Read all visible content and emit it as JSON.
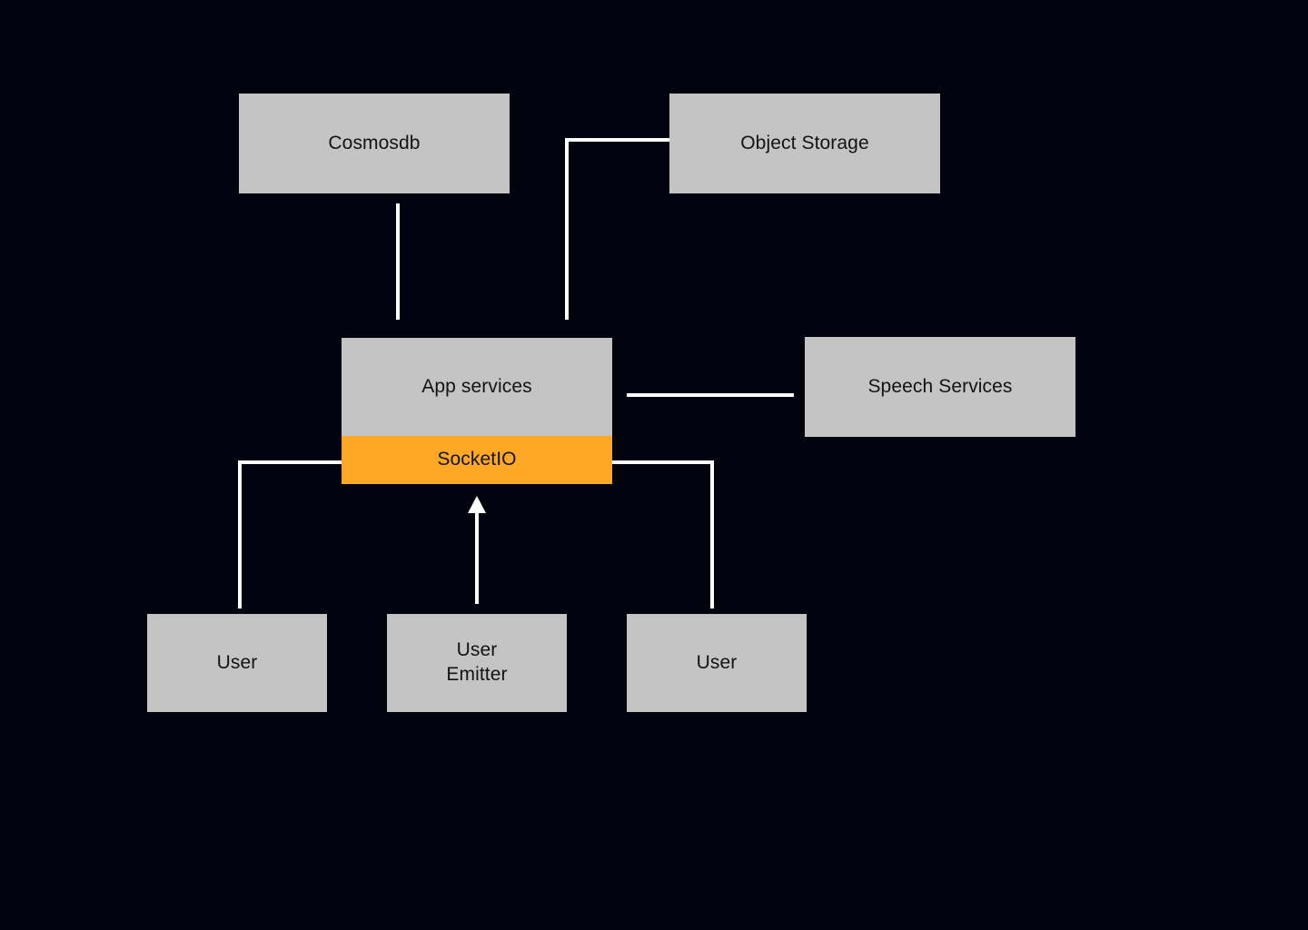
{
  "diagram": {
    "title": "Application architecture diagram",
    "background_color": "#01040f",
    "node_color": "#c4c4c4",
    "accent_color": "#ffa726",
    "edge_color": "#ffffff",
    "text_color": "#131313",
    "nodes": {
      "cosmosdb": "Cosmosdb",
      "object_storage": "Object Storage",
      "app_services": "App services",
      "socketio": "SocketIO",
      "speech_services": "Speech Services",
      "user_left": "User",
      "user_emitter": "User\nEmitter",
      "user_right": "User"
    },
    "edges": [
      {
        "name": "cosmosdb-to-app-services",
        "from": "cosmosdb",
        "to": "app_services",
        "style": "line",
        "arrow": false
      },
      {
        "name": "object-storage-to-app-services",
        "from": "object_storage",
        "to": "app_services",
        "style": "elbow",
        "arrow": false
      },
      {
        "name": "app-services-to-speech-services",
        "from": "app_services",
        "to": "speech_services",
        "style": "line",
        "arrow": false
      },
      {
        "name": "socketio-to-user-left",
        "from": "socketio",
        "to": "user_left",
        "style": "elbow",
        "arrow": false
      },
      {
        "name": "socketio-to-user-right",
        "from": "socketio",
        "to": "user_right",
        "style": "elbow",
        "arrow": false
      },
      {
        "name": "user-emitter-to-socketio",
        "from": "user_emitter",
        "to": "socketio",
        "style": "line",
        "arrow": true
      }
    ]
  }
}
